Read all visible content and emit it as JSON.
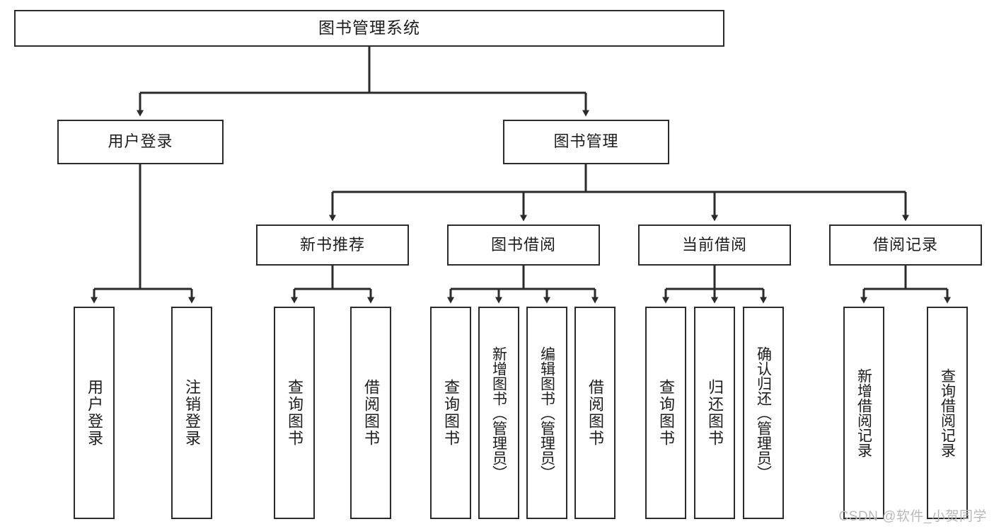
{
  "diagram": {
    "title": "图书管理系统",
    "type": "hierarchy-tree",
    "watermark": "CSDN @软件_小贺同学",
    "colors": {
      "stroke": "#2b2b2b",
      "fill": "#ffffff",
      "text": "#1d1d1d",
      "watermark": "#b9b9b9"
    },
    "root": {
      "label": "图书管理系统"
    },
    "level2": [
      {
        "label": "用户登录"
      },
      {
        "label": "图书管理"
      }
    ],
    "level3": [
      {
        "label": "新书推荐"
      },
      {
        "label": "图书借阅"
      },
      {
        "label": "当前借阅"
      },
      {
        "label": "借阅记录"
      }
    ],
    "leaves": {
      "user_login": [
        {
          "label": "用户登录"
        },
        {
          "label": "注销登录"
        }
      ],
      "new_book_recommend": [
        {
          "label": "查询图书"
        },
        {
          "label": "借阅图书"
        }
      ],
      "book_borrow": [
        {
          "label": "查询图书"
        },
        {
          "label": "新增图书（管理员）"
        },
        {
          "label": "编辑图书（管理员）"
        },
        {
          "label": "借阅图书"
        }
      ],
      "current_borrow": [
        {
          "label": "查询图书"
        },
        {
          "label": "归还图书"
        },
        {
          "label": "确认归还（管理员）"
        }
      ],
      "borrow_record": [
        {
          "label": "新增借阅记录"
        },
        {
          "label": "查询借阅记录"
        }
      ]
    }
  }
}
